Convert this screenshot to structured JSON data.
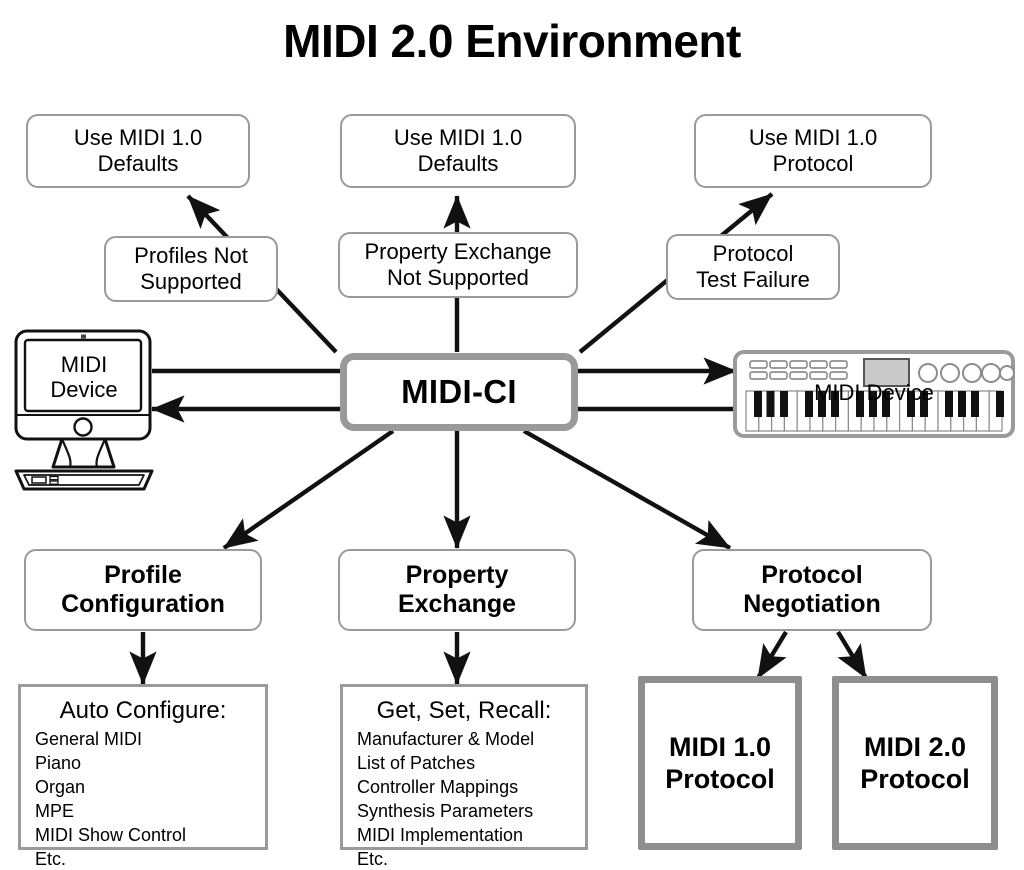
{
  "title": "MIDI 2.0 Environment",
  "center": {
    "label": "MIDI-CI"
  },
  "devices": {
    "computer": {
      "label": "MIDI\nDevice",
      "icon": "desktop-computer-icon"
    },
    "keyboard": {
      "label": "MIDI Device",
      "icon": "midi-keyboard-icon"
    }
  },
  "outcomes": [
    {
      "id": "use-midi-1-defaults-left",
      "label": "Use MIDI 1.0\nDefaults"
    },
    {
      "id": "use-midi-1-defaults-mid",
      "label": "Use MIDI 1.0\nDefaults"
    },
    {
      "id": "use-midi-1-protocol-right",
      "label": "Use MIDI 1.0\nProtocol"
    }
  ],
  "conditions": [
    {
      "id": "profiles-not-supported",
      "label": "Profiles Not\nSupported"
    },
    {
      "id": "property-exchange-not-supported",
      "label": "Property Exchange\nNot Supported"
    },
    {
      "id": "protocol-test-failure",
      "label": "Protocol\nTest Failure"
    }
  ],
  "services": [
    {
      "id": "profile-configuration",
      "label": "Profile\nConfiguration"
    },
    {
      "id": "property-exchange",
      "label": "Property\nExchange"
    },
    {
      "id": "protocol-negotiation",
      "label": "Protocol\nNegotiation"
    }
  ],
  "details": [
    {
      "id": "auto-configure",
      "heading": "Auto Configure:",
      "items": [
        "General MIDI",
        "Piano",
        "Organ",
        "MPE",
        "MIDI Show Control",
        "Etc."
      ]
    },
    {
      "id": "get-set-recall",
      "heading": "Get, Set, Recall:",
      "items": [
        "Manufacturer & Model",
        "List of Patches",
        "Controller Mappings",
        "Synthesis Parameters",
        "MIDI Implementation",
        "Etc."
      ]
    }
  ],
  "protocols": [
    {
      "id": "midi-1-protocol",
      "label": "MIDI 1.0\nProtocol"
    },
    {
      "id": "midi-2-protocol",
      "label": "MIDI 2.0\nProtocol"
    }
  ],
  "colors": {
    "box_border": "#9a9a9a",
    "thick_border": "#8e8e8e",
    "text": "#000000",
    "background": "#ffffff",
    "arrow": "#111111"
  }
}
